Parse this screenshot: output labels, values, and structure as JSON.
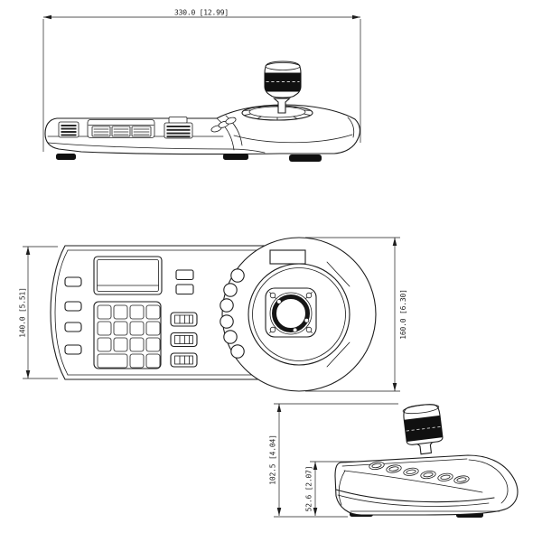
{
  "colors": {
    "ink": "#1d1d1d",
    "paper": "#ffffff",
    "dark_fill": "#101010"
  },
  "views": {
    "front": {
      "dim_width": "330.0 [12.99]"
    },
    "plan": {
      "dim_height_left": "140.0 [5.51]",
      "dim_disc_right": "160.0 [6.30]"
    },
    "side": {
      "dim_total_height": "102.5 [4.04]",
      "dim_body_height": "52.6 [2.07]"
    }
  }
}
